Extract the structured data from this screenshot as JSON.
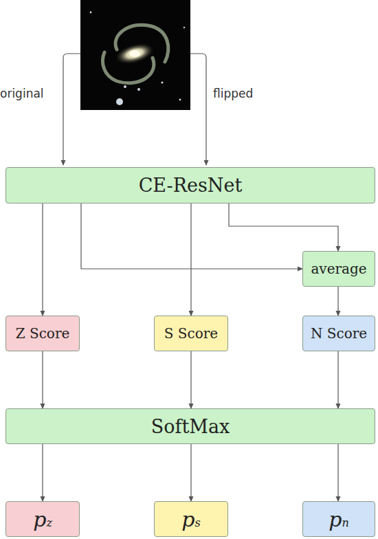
{
  "diagram": {
    "nodes": [
      {
        "text": [
          "CE-ResNet"
        ]
      },
      {
        "text": [
          "average"
        ]
      },
      {
        "text": [
          "Z Score"
        ]
      },
      {
        "text": [
          "S Score"
        ]
      },
      {
        "text": [
          "N Score"
        ]
      },
      {
        "text": [
          "SoftMax"
        ]
      },
      {
        "text": [
          "pz"
        ]
      },
      {
        "text": [
          "ps"
        ]
      },
      {
        "text": [
          "pn"
        ]
      }
    ],
    "edges": [
      {
        "from": 0,
        "to": 2,
        "arrow": "to"
      },
      {
        "from": 0,
        "to": 3,
        "arrow": "to"
      },
      {
        "from": 0,
        "to": 1,
        "arrow": "to"
      },
      {
        "from": 0,
        "to": 1,
        "arrow": "to"
      },
      {
        "from": 1,
        "to": 4,
        "arrow": "to"
      },
      {
        "from": 2,
        "to": 5,
        "arrow": "to"
      },
      {
        "from": 3,
        "to": 5,
        "arrow": "to"
      },
      {
        "from": 4,
        "to": 5,
        "arrow": "to"
      },
      {
        "from": 5,
        "to": 6,
        "arrow": "to"
      },
      {
        "from": 5,
        "to": 7,
        "arrow": "to"
      },
      {
        "from": 5,
        "to": 8,
        "arrow": "to"
      }
    ],
    "labels": [
      "original",
      "flipped"
    ]
  }
}
